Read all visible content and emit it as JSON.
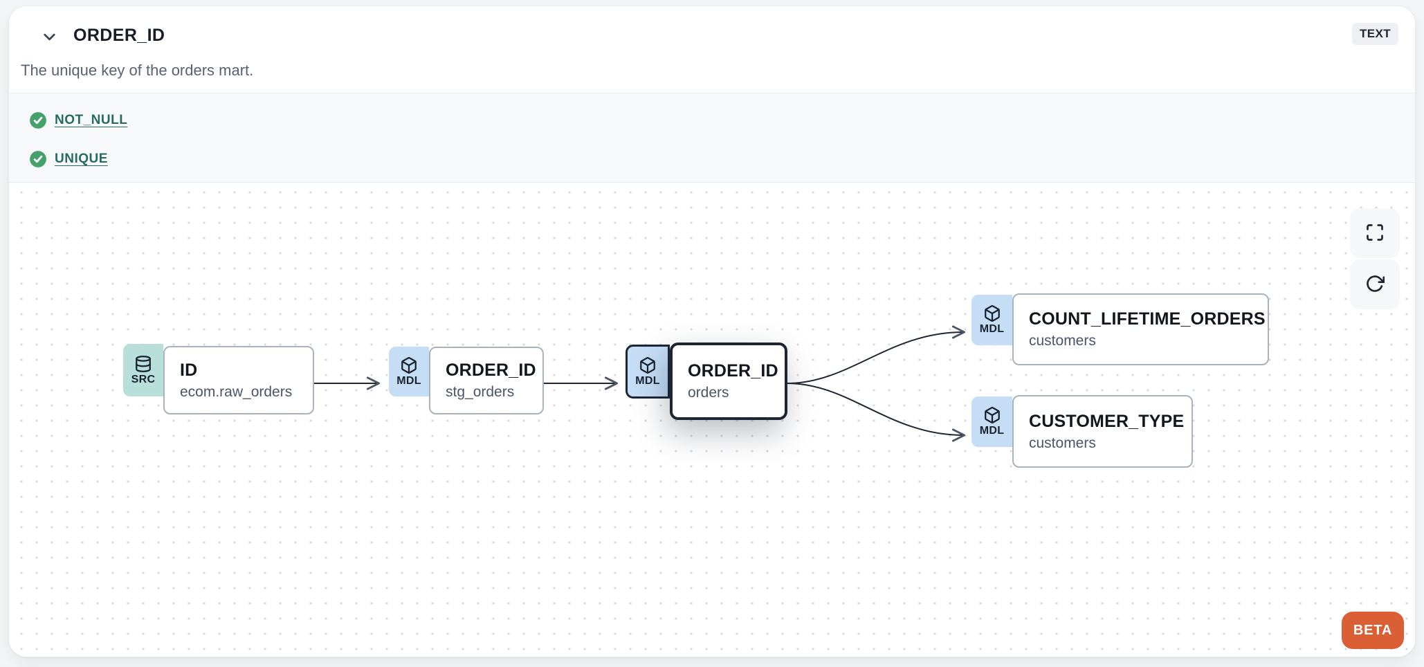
{
  "header": {
    "title": "ORDER_ID",
    "type_badge": "TEXT",
    "description": "The unique key of the orders mart.",
    "collapse_icon": "chevron-down-icon"
  },
  "tests": [
    {
      "name": "NOT_NULL",
      "status": "pass",
      "icon": "check-circle-icon"
    },
    {
      "name": "UNIQUE",
      "status": "pass",
      "icon": "check-circle-icon"
    }
  ],
  "graph": {
    "nodes": [
      {
        "badge": "SRC",
        "icon": "database-icon",
        "title": "ID",
        "subtitle": "ecom.raw_orders",
        "selected": false
      },
      {
        "badge": "MDL",
        "icon": "cube-icon",
        "title": "ORDER_ID",
        "subtitle": "stg_orders",
        "selected": false
      },
      {
        "badge": "MDL",
        "icon": "cube-icon",
        "title": "ORDER_ID",
        "subtitle": "orders",
        "selected": true
      },
      {
        "badge": "MDL",
        "icon": "cube-icon",
        "title": "COUNT_LIFETIME_ORDERS",
        "subtitle": "customers",
        "selected": false
      },
      {
        "badge": "MDL",
        "icon": "cube-icon",
        "title": "CUSTOMER_TYPE",
        "subtitle": "customers",
        "selected": false
      }
    ],
    "edges": [
      {
        "from": "ID (ecom.raw_orders)",
        "to": "ORDER_ID (stg_orders)"
      },
      {
        "from": "ORDER_ID (stg_orders)",
        "to": "ORDER_ID (orders)"
      },
      {
        "from": "ORDER_ID (orders)",
        "to": "COUNT_LIFETIME_ORDERS (customers)"
      },
      {
        "from": "ORDER_ID (orders)",
        "to": "CUSTOMER_TYPE (customers)"
      }
    ],
    "controls": [
      {
        "icon": "fullscreen-icon"
      },
      {
        "icon": "refresh-icon"
      }
    ],
    "beta_label": "BETA"
  },
  "colors": {
    "src_badge": "#b9dfda",
    "mdl_badge": "#c5def6",
    "test_green": "#43a169",
    "link_teal": "#276b5f",
    "beta_orange": "#db5f35",
    "selected_border": "#1d2533"
  }
}
